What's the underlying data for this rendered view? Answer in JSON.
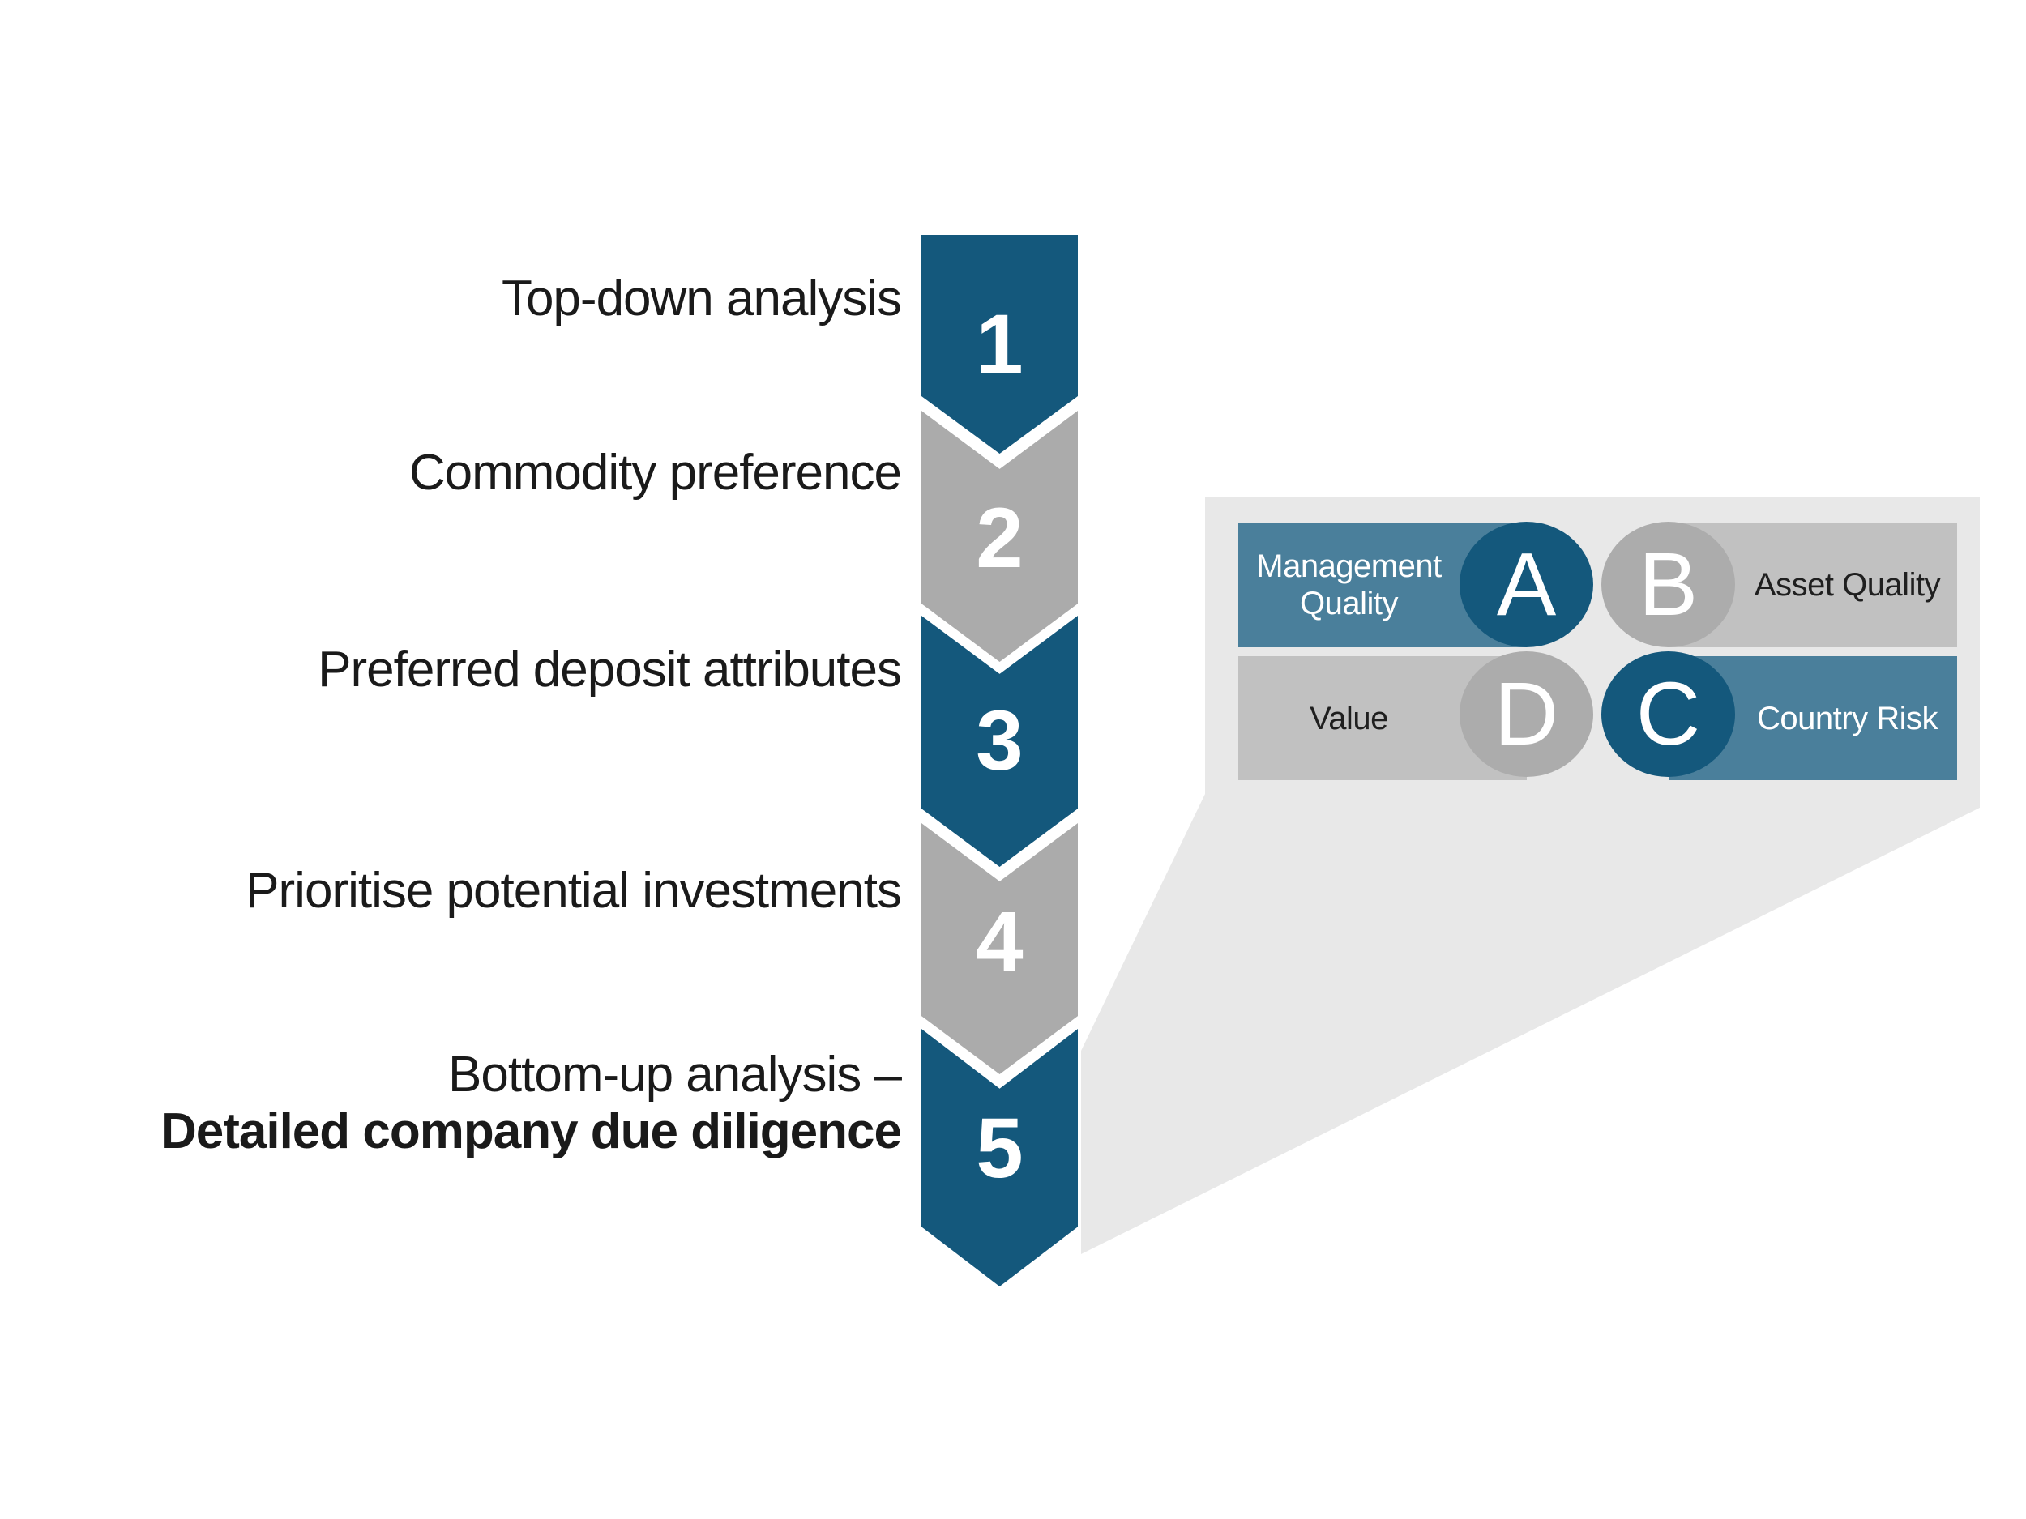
{
  "steps": [
    {
      "number": "1",
      "label": "Top-down analysis"
    },
    {
      "number": "2",
      "label": "Commodity preference"
    },
    {
      "number": "3",
      "label": "Preferred deposit attributes"
    },
    {
      "number": "4",
      "label": "Prioritise potential investments"
    },
    {
      "number": "5",
      "label": "Bottom-up analysis –",
      "label_bold": "Detailed company due diligence"
    }
  ],
  "callout": {
    "top_left": {
      "letter": "A",
      "label": "Management Quality"
    },
    "top_right": {
      "letter": "B",
      "label": "Asset Quality"
    },
    "bottom_left": {
      "letter": "D",
      "label": "Value"
    },
    "bottom_right": {
      "letter": "C",
      "label": "Country Risk"
    }
  },
  "colors": {
    "dark_blue": "#14587C",
    "teal": "#4A7F9B",
    "chevron_gray": "#ABABAB",
    "bar_gray": "#C1C1C1",
    "circle_gray": "#ACACAC",
    "panel_light_gray": "#E8E8E8",
    "text_dark": "#1A1A1A",
    "text_white": "#FFFFFF"
  }
}
